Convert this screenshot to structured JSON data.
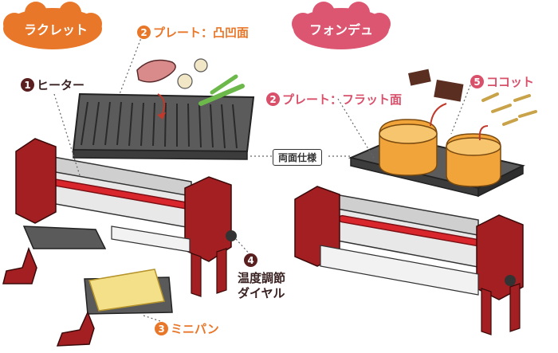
{
  "title_left": "ラクレット",
  "title_right": "フォンデュ",
  "center_tag": "両面仕様",
  "labels": {
    "heater": {
      "num": "1",
      "text": "ヒーター"
    },
    "plate_grill": {
      "num": "2",
      "text": "プレート：凸凹面"
    },
    "plate_flat": {
      "num": "2",
      "text": "プレート：フラット面"
    },
    "mini_pan": {
      "num": "3",
      "text": "ミニパン"
    },
    "dial": {
      "num": "4",
      "line1": "温度調節",
      "line2": "ダイヤル"
    },
    "cocotte": {
      "num": "5",
      "text": "ココット"
    }
  },
  "colors": {
    "title_left_bg": "#e9772a",
    "title_right_bg": "#dc5672",
    "body_red": "#a31f22",
    "plate_dark": "#4a4a4a",
    "cocotte_orange": "#f0a43a"
  }
}
